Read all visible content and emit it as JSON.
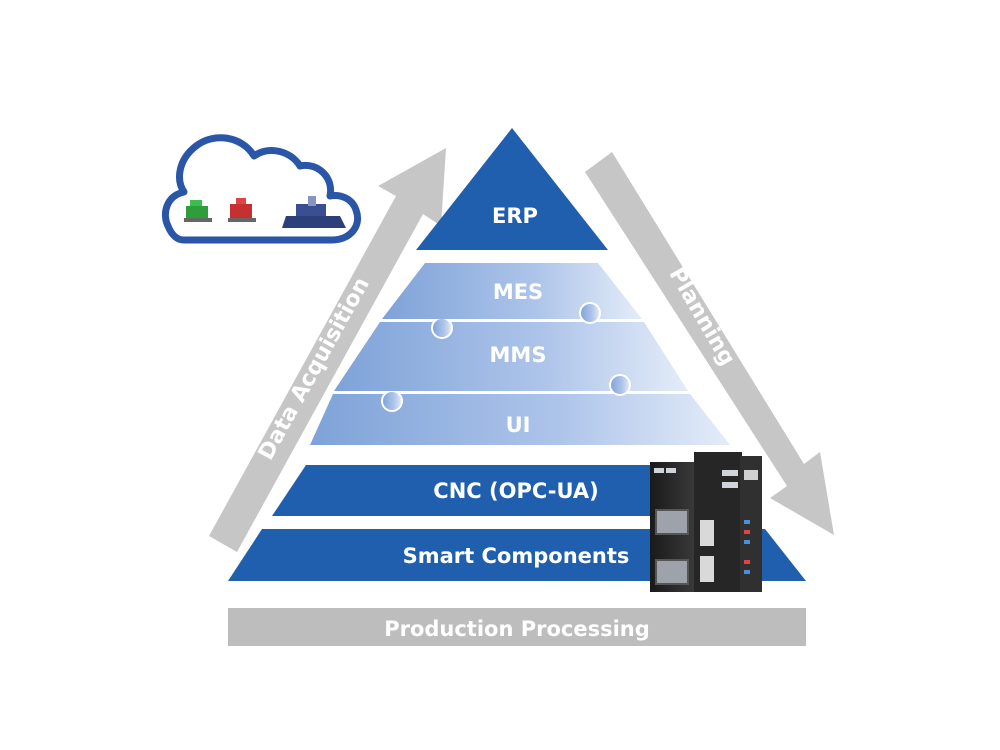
{
  "pyramid": {
    "layers": [
      {
        "label": "ERP",
        "color": "#1f5fad"
      },
      {
        "label": "MES",
        "color": "#6f98d2"
      },
      {
        "label": "MMS",
        "color": "#86a9dc"
      },
      {
        "label": "UI",
        "color": "#9ab7e4"
      },
      {
        "label": "CNC (OPC-UA)",
        "color": "#1f5fad"
      },
      {
        "label": "Smart Components",
        "color": "#1f5fad"
      }
    ]
  },
  "base": {
    "label": "Production Processing",
    "color": "#bdbdbd"
  },
  "arrows": {
    "left": {
      "label": "Data Acquisition",
      "color": "#c6c6c6"
    },
    "right": {
      "label": "Planning",
      "color": "#c6c6c6"
    }
  },
  "cloud": {
    "outline_color": "#2a56a8",
    "machines": [
      "green-machine-icon",
      "red-machine-icon",
      "blue-machine-icon"
    ]
  },
  "device": {
    "name": "controller-hardware-icon"
  }
}
